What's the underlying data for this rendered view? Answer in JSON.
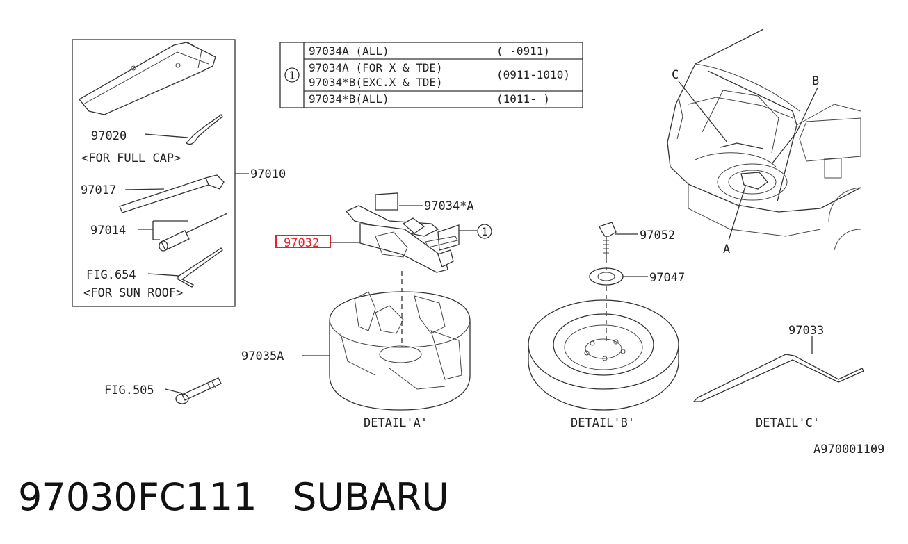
{
  "diagram": {
    "table": {
      "circle_marker": "1",
      "rows": [
        {
          "code": "97034A (ALL)",
          "range": "( -0911)"
        },
        {
          "code": "97034A (FOR X & TDE)",
          "range": "(0911-1010)"
        },
        {
          "code": "97034*B(EXC.X & TDE)",
          "range": ""
        },
        {
          "code": "97034*B(ALL)",
          "range": "(1011- )"
        }
      ]
    },
    "labels": {
      "p97020": "97020",
      "full_cap": "<FOR FULL CAP>",
      "p97010": "97010",
      "p97017": "97017",
      "p97014": "97014",
      "fig654": "FIG.654",
      "sun_roof": "<FOR SUN ROOF>",
      "p97034a": "97034*A",
      "callout_1": "1",
      "p97032": "97032",
      "p97052": "97052",
      "p97047": "97047",
      "p97035a": "97035A",
      "fig505": "FIG.505",
      "p97033": "97033",
      "detail_a": "DETAIL'A'",
      "detail_b": "DETAIL'B'",
      "detail_c": "DETAIL'C'",
      "car_a": "A",
      "car_b": "B",
      "car_c": "C",
      "drawing_no": "A970001109"
    },
    "highlight_color": "#e8202a"
  },
  "page": {
    "title": "97030FC111   SUBARU"
  }
}
